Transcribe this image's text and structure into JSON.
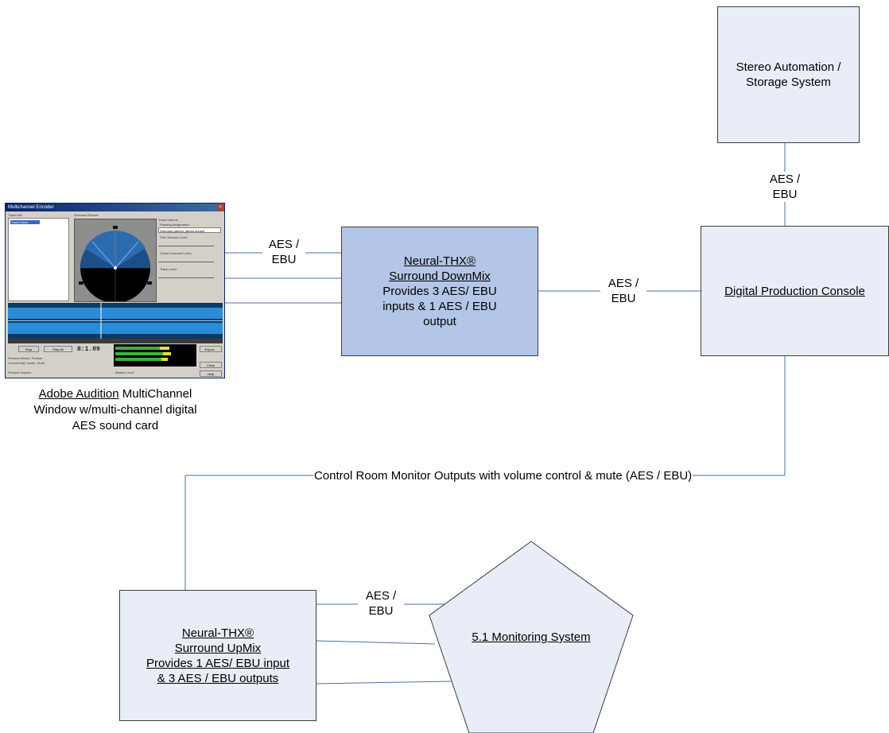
{
  "colors": {
    "line": "#4a6fa8",
    "box_light": "#e8edf7",
    "box_dark": "#b4c6e7",
    "border": "#3c3c3c"
  },
  "nodes": {
    "stereo": {
      "lines": [
        "Stereo Automation /",
        "Storage System"
      ]
    },
    "downmix": {
      "title_lines": [
        "Neural-THX®",
        "Surround DownMix"
      ],
      "body_lines": [
        "Provides 3 AES/ EBU",
        "inputs & 1 AES / EBU",
        "output"
      ]
    },
    "console": {
      "label": "Digital Production Console"
    },
    "upmix": {
      "title_lines": [
        "Neural-THX®",
        "Surround UpMix",
        "Provides 1 AES/ EBU input",
        "& 3 AES / EBU outputs"
      ]
    },
    "monitoring": {
      "label": "5.1 Monitoring System"
    }
  },
  "edge_labels": {
    "encoder_to_downmix": [
      "AES /",
      "EBU"
    ],
    "downmix_to_console": [
      "AES /",
      "EBU"
    ],
    "stereo_to_console": [
      "AES /",
      "EBU"
    ],
    "console_to_upmix": "Control Room Monitor Outputs with volume control & mute (AES / EBU)",
    "upmix_to_monitoring": [
      "AES /",
      "EBU"
    ]
  },
  "encoder_caption": {
    "link": "Adobe Audition",
    "rest": " MultiChannel",
    "line2": "Window w/multi-channel digital",
    "line3": "AES sound card"
  },
  "encoder_window": {
    "title": "Multichannel Encoder",
    "track_list_label": "Track List:",
    "track_item": "Track Demo",
    "surround_panner_label": "Surround Panner:",
    "track_options_label": "Track Options",
    "panning_assignment_label": "Panning Assignment:",
    "panning_value": "Surround panner, stereo source",
    "sub_channel_label": "Sub Channel Level:",
    "center_channel_label": "Center Channel Level:",
    "track_level_label": "Track Level:",
    "time_display": "8:1.09",
    "buttons": {
      "stop": "Stop",
      "play": "Play All",
      "export": "Export...",
      "close": "Close",
      "help": "Help"
    },
    "preview_device_label": "Preview Device, Format:",
    "preview_device_value": "Convert AAC audio, 16-bit",
    "preview_volume_label": "Preview Volume:",
    "master_level_label": "Master Level:"
  }
}
